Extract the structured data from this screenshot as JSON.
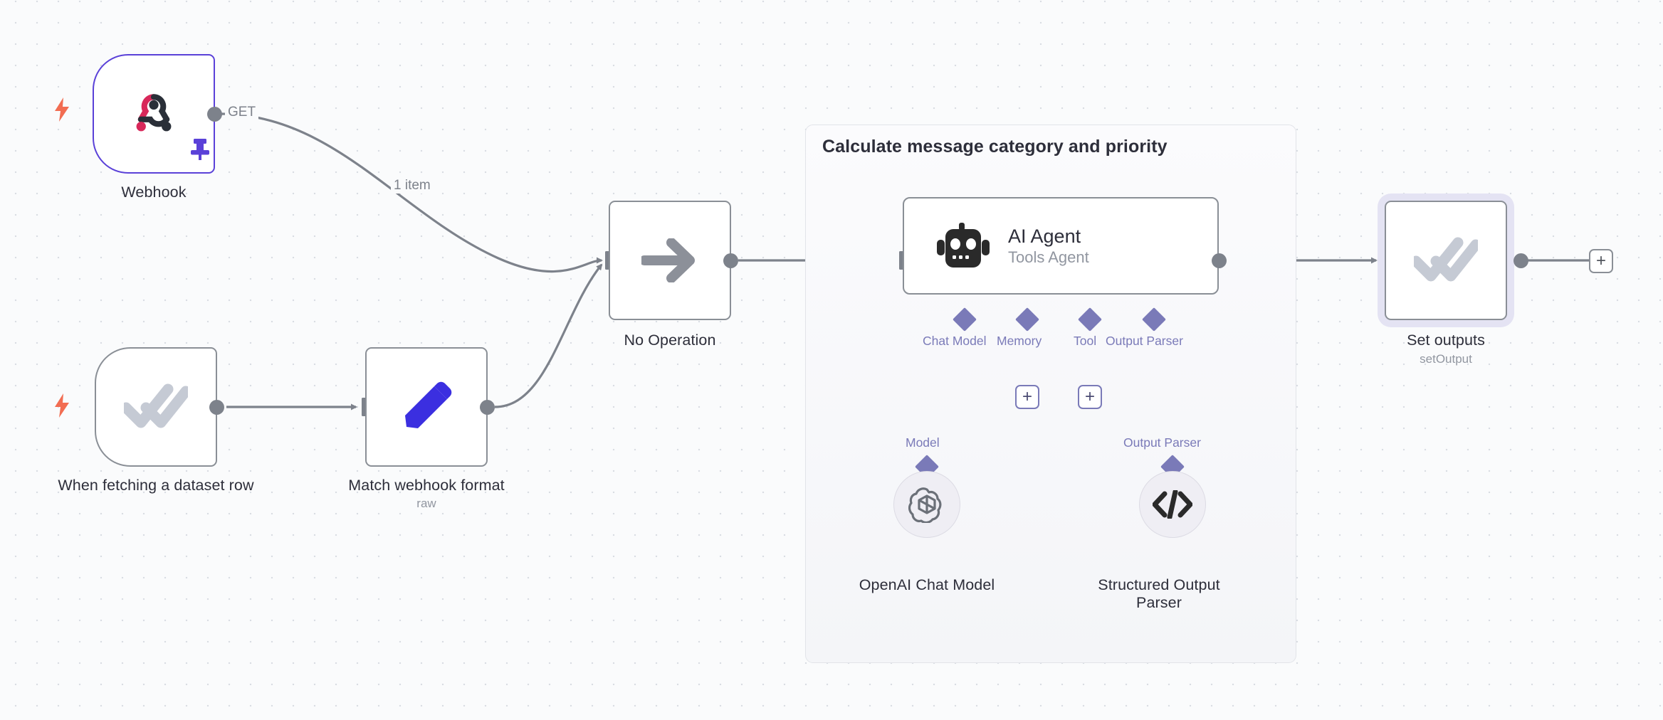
{
  "canvas": {
    "background_color": "#fafbfc",
    "grid_dot_color": "#d9dde3"
  },
  "group": {
    "title": "Calculate message category and priority",
    "border_color": "#e2e4e9"
  },
  "nodes": [
    {
      "id": "webhook",
      "label": "Webhook",
      "subtitle": "",
      "icon": "webhook-icon",
      "type": "trigger",
      "accent": "#5a41d8",
      "pinned": true
    },
    {
      "id": "when-fetching-dataset-row",
      "label": "When fetching a dataset row",
      "subtitle": "",
      "icon": "double-check-icon",
      "type": "trigger",
      "accent": "#8a8f96",
      "pinned": false
    },
    {
      "id": "match-webhook-format",
      "label": "Match webhook format",
      "subtitle": "raw",
      "icon": "pencil-icon",
      "type": "action",
      "accent": "#8a8f96",
      "pinned": false
    },
    {
      "id": "no-operation",
      "label": "No Operation",
      "subtitle": "",
      "icon": "arrow-right-icon",
      "type": "action",
      "accent": "#8a8f96",
      "pinned": false
    },
    {
      "id": "ai-agent",
      "label": "AI Agent",
      "subtitle": "Tools Agent",
      "icon": "robot-icon",
      "type": "action",
      "accent": "#8a8f96",
      "pinned": false
    },
    {
      "id": "set-outputs",
      "label": "Set outputs",
      "subtitle": "setOutput",
      "icon": "double-check-icon",
      "type": "action",
      "accent": "#8a8f96",
      "selected": true,
      "pinned": false
    },
    {
      "id": "openai-chat-model",
      "label": "OpenAI Chat Model",
      "subtitle": "",
      "icon": "openai-icon",
      "type": "sub-node"
    },
    {
      "id": "structured-output-parser",
      "label": "Structured Output Parser",
      "subtitle": "",
      "icon": "code-brackets-icon",
      "type": "sub-node"
    }
  ],
  "edges": {
    "webhook_output_label": "GET",
    "webhook_item_label": "1 item"
  },
  "ai_connectors": [
    {
      "label": "Chat Model",
      "has_add_button": false
    },
    {
      "label": "Memory",
      "has_add_button": true
    },
    {
      "label": "Tool",
      "has_add_button": true
    },
    {
      "label": "Output Parser",
      "has_add_button": false
    }
  ],
  "sub_connector_labels": {
    "model": "Model",
    "output_parser": "Output Parser"
  },
  "buttons": {
    "add_node": "+",
    "add_memory": "+",
    "add_tool": "+"
  },
  "colors": {
    "node_border": "#8a8f96",
    "webhook_border": "#5a41d8",
    "connector_purple": "#7a7ab8",
    "trigger_bolt": "#f26d52",
    "edge_gray": "#7d828b",
    "pencil_blue": "#3b2fe0",
    "check_gray": "#c5cad4",
    "selection_halo": "#e4e3f3"
  }
}
